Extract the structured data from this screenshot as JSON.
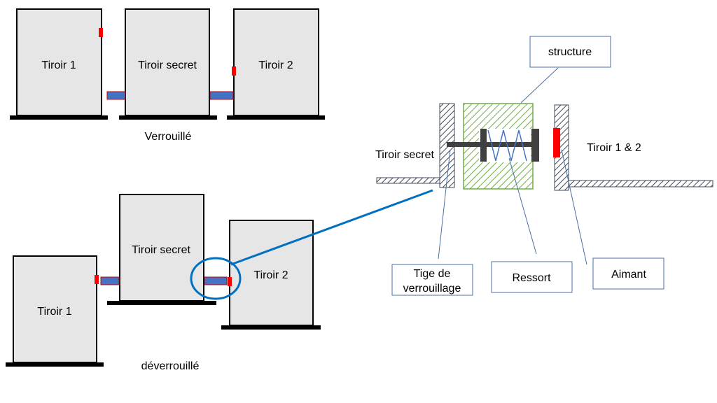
{
  "top_state": {
    "drawer_left": "Tiroir 1",
    "drawer_secret": "Tiroir secret",
    "drawer_right": "Tiroir 2",
    "state_label": "Verrouillé"
  },
  "bottom_state": {
    "drawer_left": "Tiroir 1",
    "drawer_secret": "Tiroir secret",
    "drawer_right": "Tiroir 2",
    "state_label": "déverrouillé"
  },
  "detail": {
    "structure_label": "structure",
    "secret_drawer_label": "Tiroir secret",
    "drawers_label": "Tiroir 1 & 2",
    "rod_label_line1": "Tige de",
    "rod_label_line2": "verrouillage",
    "spring_label": "Ressort",
    "magnet_label": "Aimant"
  },
  "colors": {
    "drawer_fill": "#e6e6e6",
    "magnet": "#ff0000",
    "rod": "#4472c4",
    "link": "#0070c0",
    "structure_hatch": "#70ad47",
    "callout_border": "#4a6fa5"
  }
}
